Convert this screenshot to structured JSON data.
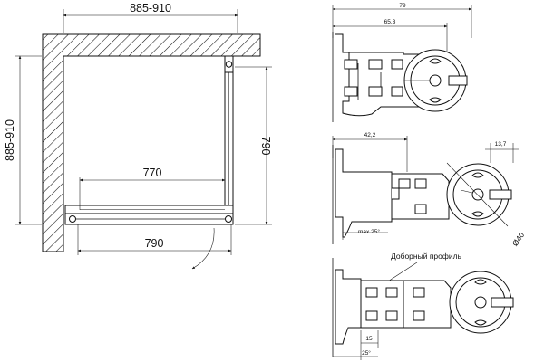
{
  "plan": {
    "dim_top": "885-910",
    "dim_left": "885-910",
    "dim_right": "790",
    "dim_inner": "770",
    "dim_bottom": "790"
  },
  "detail1": {
    "dim_total": "79",
    "dim_partial": "65,3"
  },
  "detail2": {
    "dim_top": "42,2",
    "dim_side": "13,7",
    "dim_bottom": "max 25°",
    "dim_diameter": "Ø40"
  },
  "detail3": {
    "note": "Доборный профиль",
    "dim_a": "15",
    "dim_b": "25°"
  }
}
